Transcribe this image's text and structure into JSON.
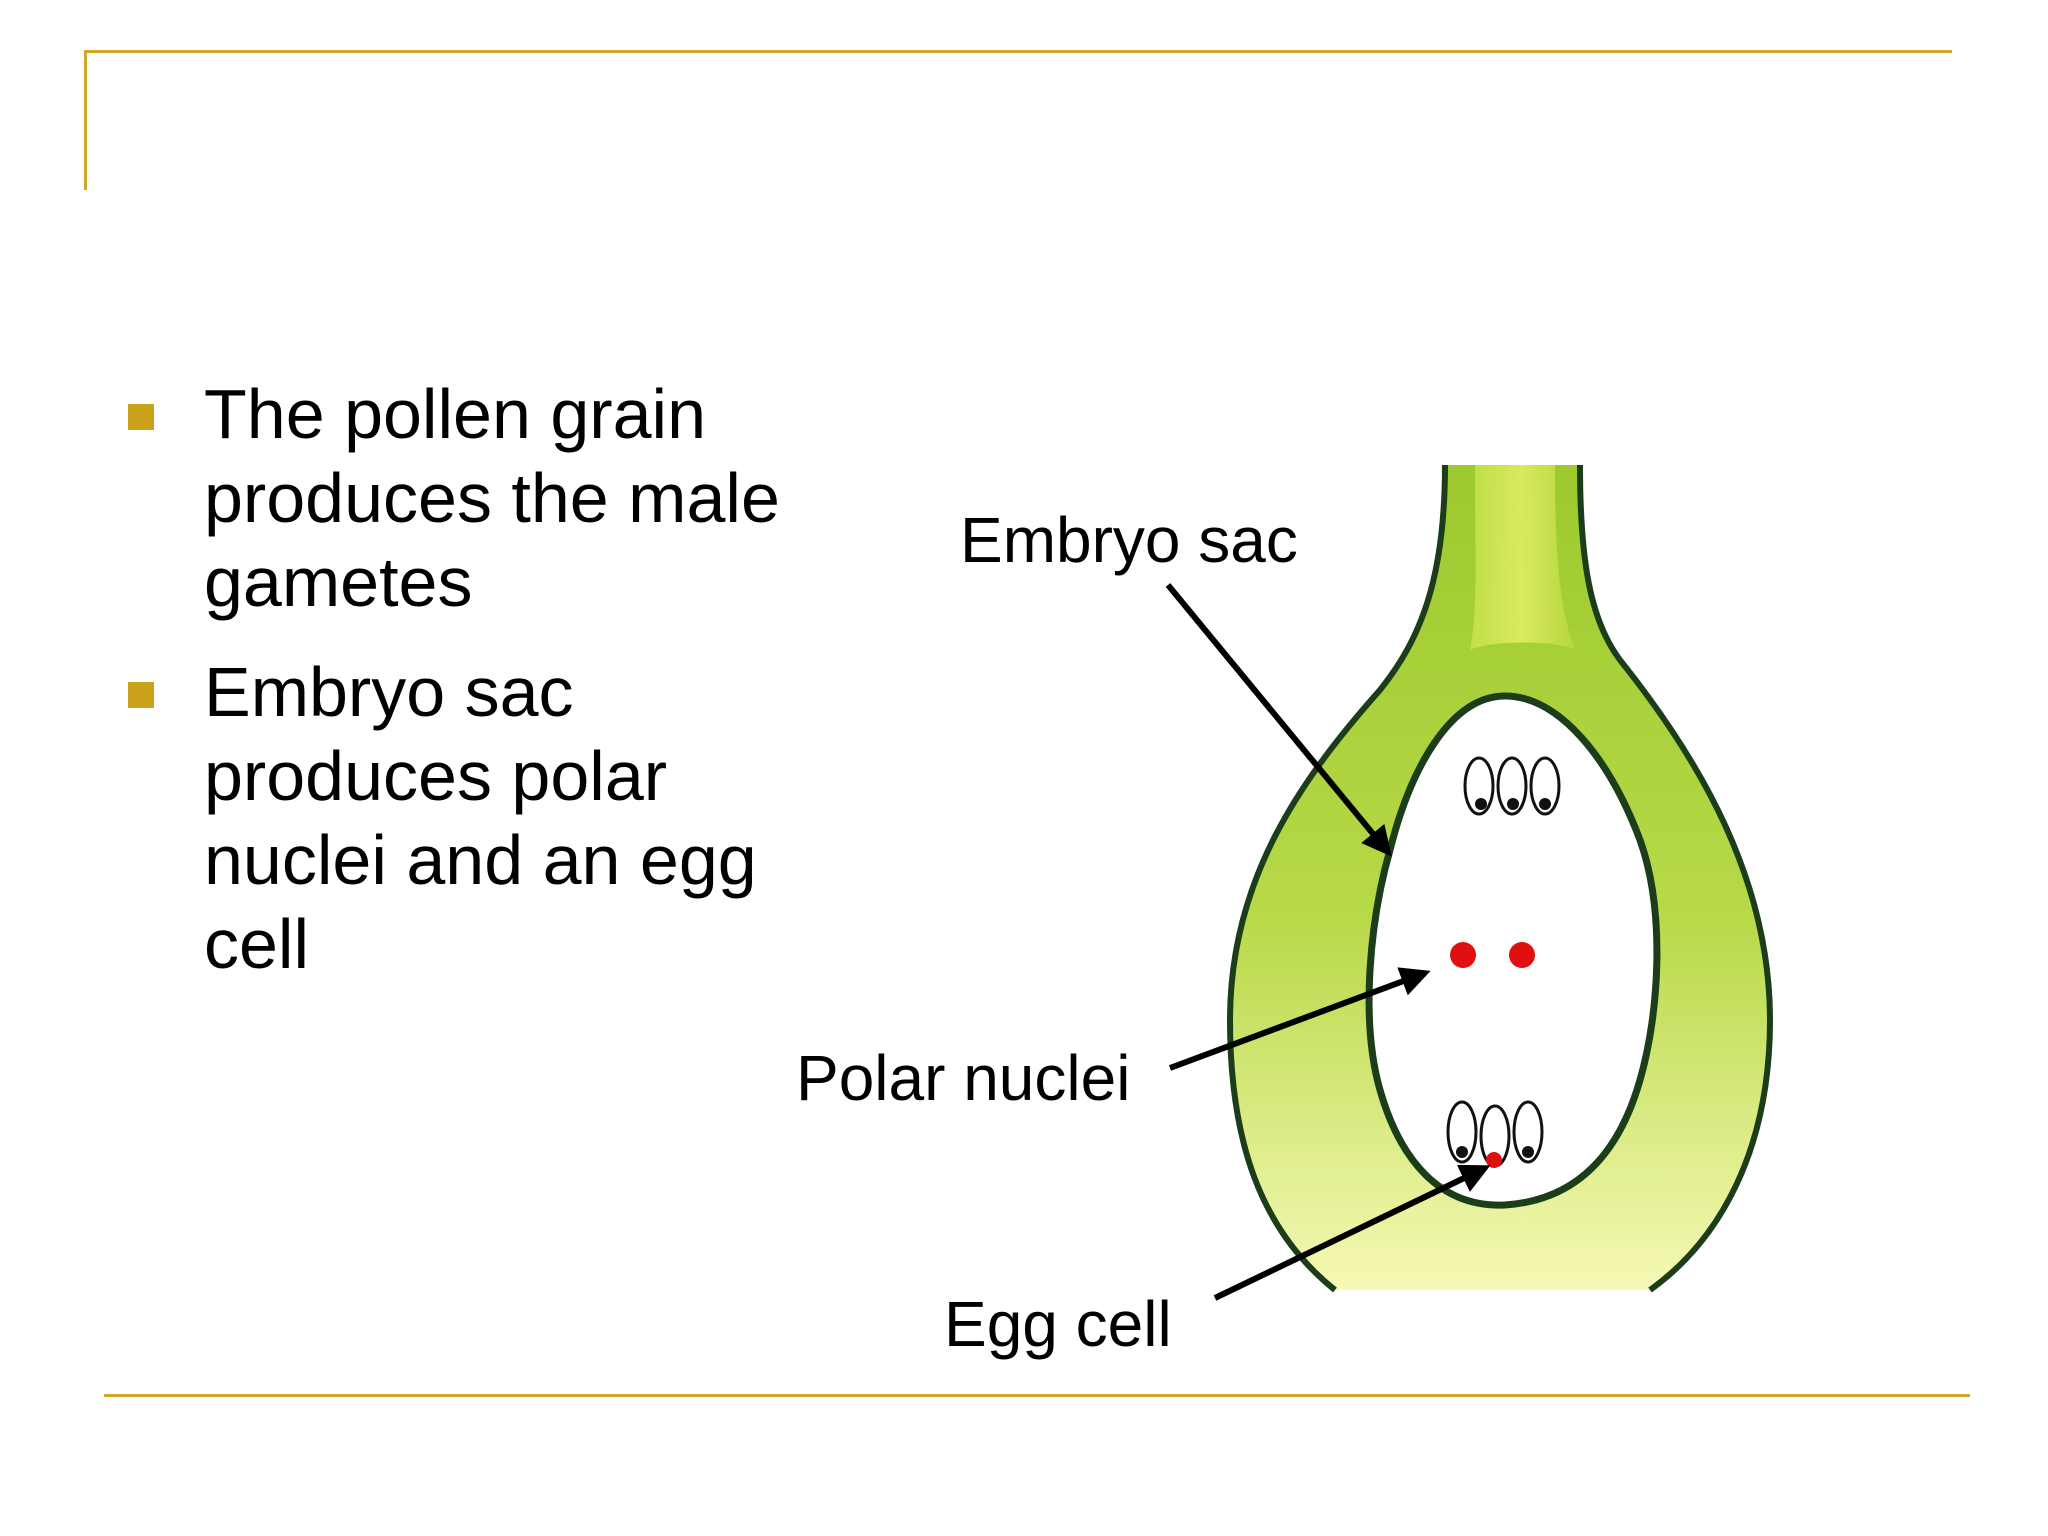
{
  "colors": {
    "accent_rule": "#d2a52b",
    "bullet_marker": "#c9a219",
    "ovule_green": "#a5cf36",
    "ovule_light": "#f6f9b5",
    "outline": "#1c3d1a",
    "nucleus_red": "#e01010",
    "nucleus_black": "#111111"
  },
  "bullets": [
    {
      "text": "The pollen grain produces the male gametes"
    },
    {
      "text": "Embryo sac produces polar nuclei and an egg cell"
    }
  ],
  "diagram": {
    "labels": {
      "embryo_sac": "Embryo sac",
      "polar_nuclei": "Polar nuclei",
      "egg_cell": "Egg cell"
    }
  }
}
